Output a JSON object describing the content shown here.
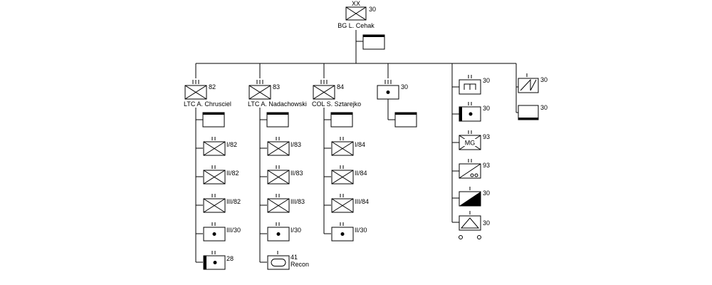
{
  "division": {
    "echelon": "XX",
    "unit": "30",
    "commander": "BG L. Cehak"
  },
  "regiments": {
    "r82": {
      "unit": "82",
      "commander": "LTC A. Chrusciel",
      "sub": [
        "I/82",
        "II/82",
        "III/82",
        "III/30",
        "28"
      ]
    },
    "r83": {
      "unit": "83",
      "commander": "LTC A. Nadachowski",
      "sub": [
        "I/83",
        "II/83",
        "III/83",
        "I/30",
        "41",
        "Recon"
      ]
    },
    "r84": {
      "unit": "84",
      "commander": "COL S. Sztarejko",
      "sub": [
        "I/84",
        "II/84",
        "III/84",
        "II/30"
      ]
    }
  },
  "artillery": {
    "unit": "30"
  },
  "support": [
    "30",
    "30",
    "93",
    "93",
    "30",
    "30"
  ],
  "mg_label": "MG",
  "other": [
    "30",
    "30"
  ]
}
